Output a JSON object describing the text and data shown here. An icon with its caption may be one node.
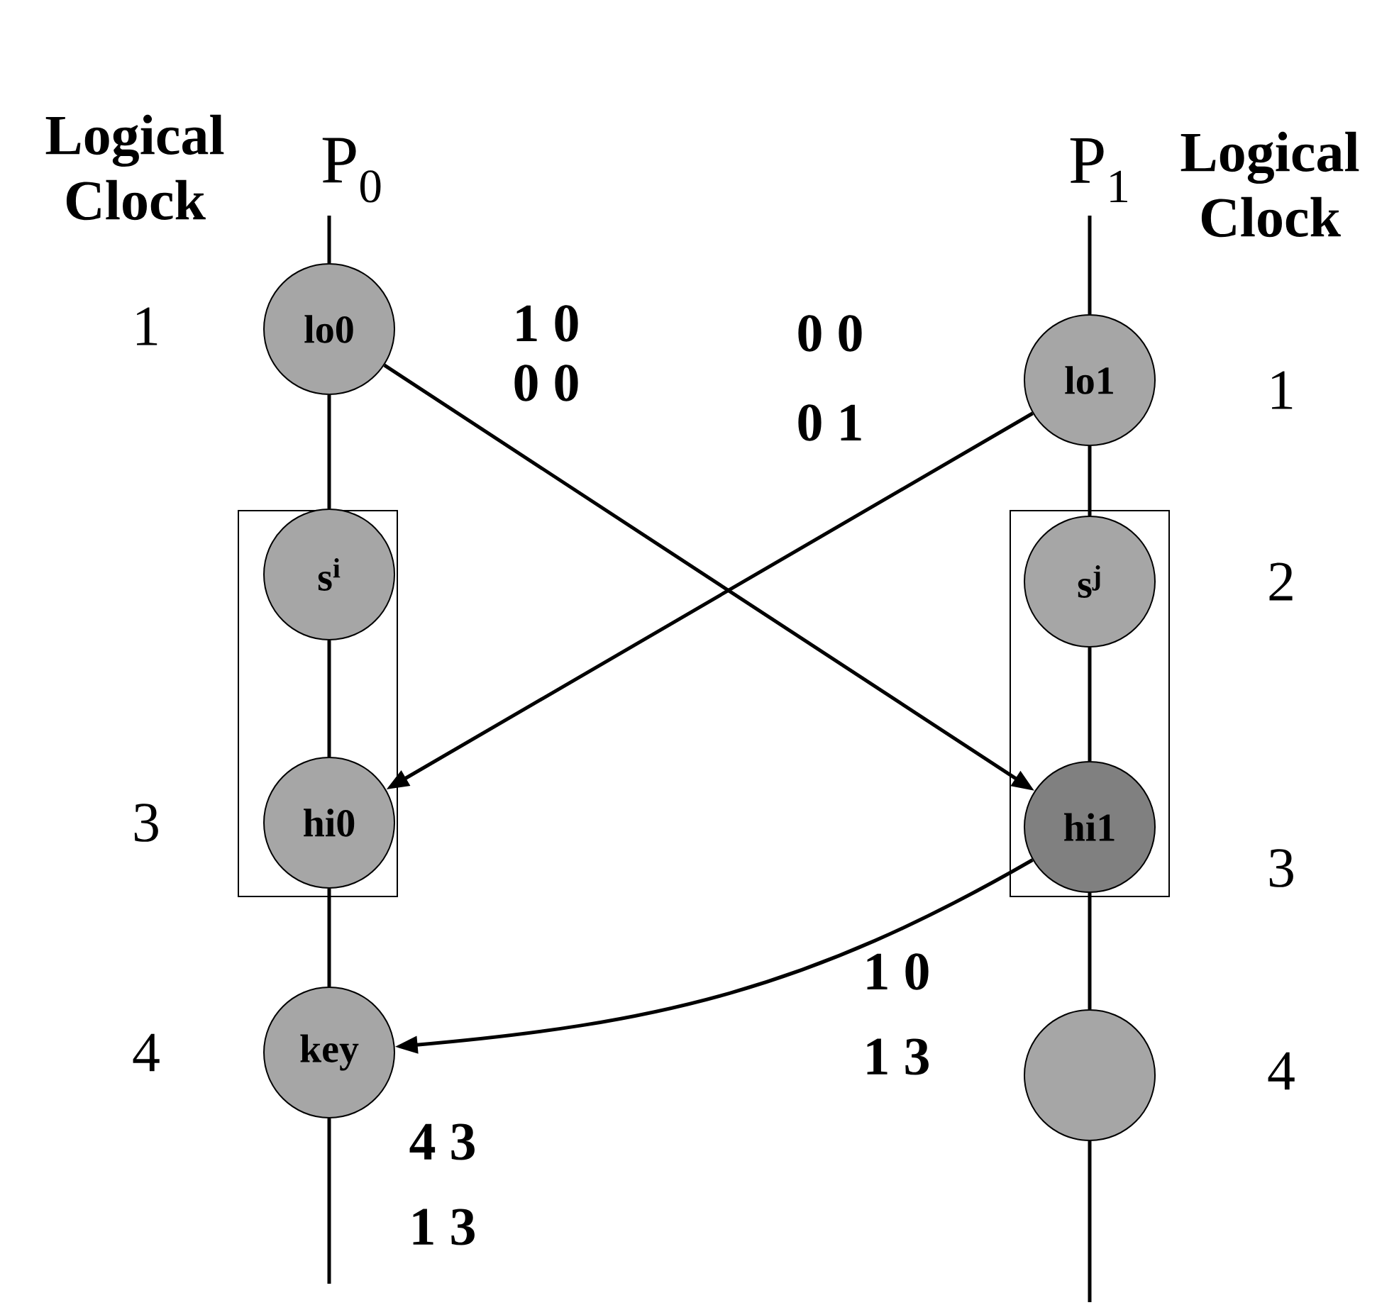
{
  "diagram": {
    "nodes": [
      {
        "text": [
          "lo0"
        ]
      },
      {
        "text": [
          "lo1"
        ]
      },
      {
        "text": [],
        "shape": "box"
      },
      {
        "text": [
          "s$^{i}$"
        ],
        "in": 2
      },
      {
        "text": [
          "hi0"
        ],
        "in": 2
      },
      {
        "text": [],
        "shape": "box"
      },
      {
        "text": [
          "s$^{j}$"
        ],
        "in": 5
      },
      {
        "text": [
          "hi1"
        ],
        "in": 5
      },
      {
        "text": [
          "key"
        ]
      },
      {
        "text": [],
        "shape": "circle"
      }
    ],
    "edges": [
      {
        "from": 0,
        "to": 7,
        "arrow": "to"
      },
      {
        "from": 1,
        "to": 4,
        "arrow": "to"
      },
      {
        "from": 7,
        "to": 8,
        "arrow": "to"
      },
      {
        "from": null,
        "to": 0,
        "arrow": "none"
      },
      {
        "from": 0,
        "to": 3,
        "arrow": "none"
      },
      {
        "from": 3,
        "to": 4,
        "arrow": "none"
      },
      {
        "from": 4,
        "to": 8,
        "arrow": "none"
      },
      {
        "from": 8,
        "to": null,
        "arrow": "none"
      },
      {
        "from": null,
        "to": 1,
        "arrow": "none"
      },
      {
        "from": 1,
        "to": 6,
        "arrow": "none"
      },
      {
        "from": 6,
        "to": 7,
        "arrow": "none"
      },
      {
        "from": 7,
        "to": 9,
        "arrow": "none"
      },
      {
        "from": 9,
        "to": null,
        "arrow": "none"
      }
    ],
    "labels": [
      "Logical Clock",
      "P$_{0}$",
      "P$_{1}$",
      "Logical Clock",
      "1",
      "1 0",
      "0 0",
      "0 0",
      "0 1",
      "1",
      "2",
      "3",
      "3",
      "1 0",
      "1 3",
      "4",
      "4",
      "4 3",
      "1 3"
    ]
  }
}
